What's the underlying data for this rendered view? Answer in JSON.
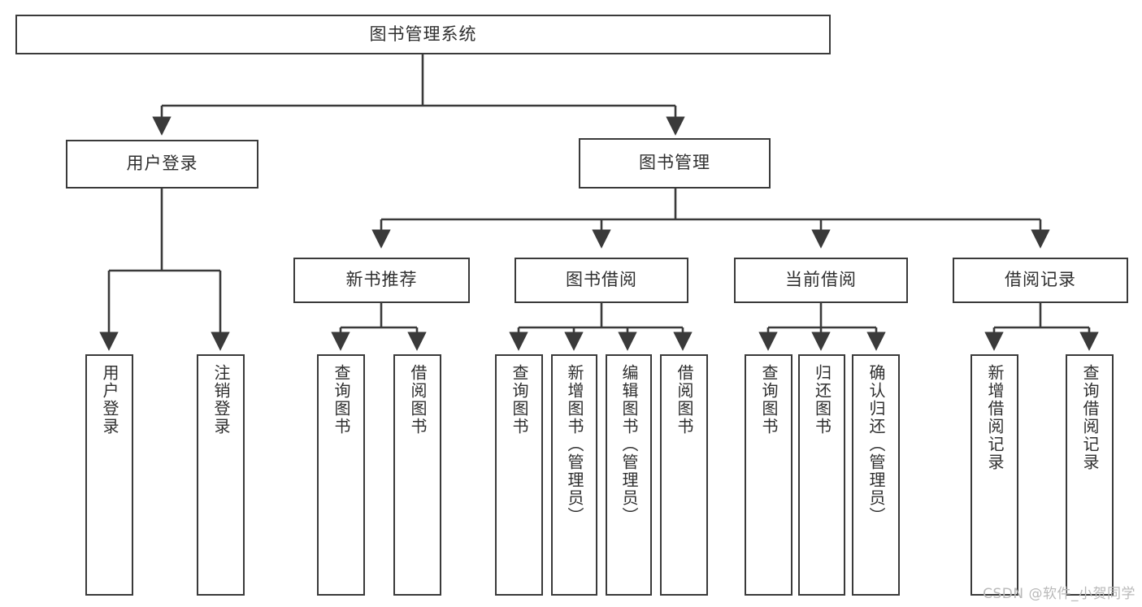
{
  "diagram": {
    "title": "图书管理系统",
    "watermark": "CSDN @软件_小贺同学",
    "line_color": "#3a3a3a",
    "text_color": "#2f2f2f",
    "background": "#ffffff",
    "root": {
      "label": "图书管理系统"
    },
    "level2": [
      {
        "label": "用户登录"
      },
      {
        "label": "图书管理"
      }
    ],
    "level3": [
      {
        "label": "新书推荐"
      },
      {
        "label": "图书借阅"
      },
      {
        "label": "当前借阅"
      },
      {
        "label": "借阅记录"
      }
    ],
    "leaves": {
      "user_login": [
        {
          "label": "用户登录"
        },
        {
          "label": "注销登录"
        }
      ],
      "new_book": [
        {
          "label": "查询图书"
        },
        {
          "label": "借阅图书"
        }
      ],
      "book_borrow": [
        {
          "label": "查询图书"
        },
        {
          "label": "新增图书（管理员）"
        },
        {
          "label": "编辑图书（管理员）"
        },
        {
          "label": "借阅图书"
        }
      ],
      "current_borrow": [
        {
          "label": "查询图书"
        },
        {
          "label": "归还图书"
        },
        {
          "label": "确认归还（管理员）"
        }
      ],
      "borrow_record": [
        {
          "label": "新增借阅记录"
        },
        {
          "label": "查询借阅记录"
        }
      ]
    }
  }
}
